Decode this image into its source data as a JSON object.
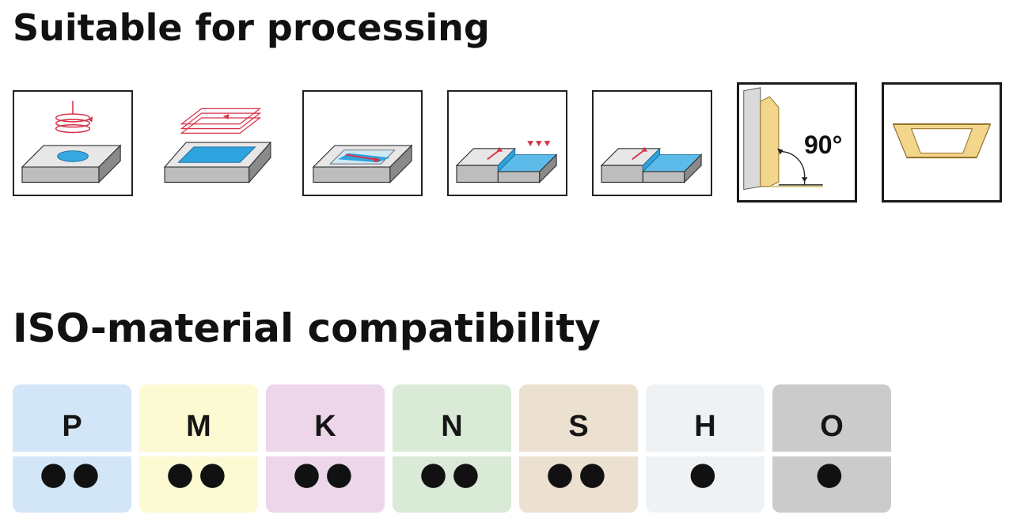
{
  "headings": {
    "processing": "Suitable for processing",
    "iso": "ISO-material compatibility"
  },
  "processing_icons": [
    {
      "name": "helical-interpolation-icon"
    },
    {
      "name": "pocketing-icon"
    },
    {
      "name": "ramping-icon"
    },
    {
      "name": "shoulder-milling-icon"
    },
    {
      "name": "slotting-icon"
    },
    {
      "name": "90-degree-angle-icon",
      "label": "90°"
    },
    {
      "name": "insert-profile-icon"
    }
  ],
  "iso_materials": [
    {
      "letter": "P",
      "dots": "●●",
      "color": "#d3e6f7"
    },
    {
      "letter": "M",
      "dots": "●●",
      "color": "#fbfad2"
    },
    {
      "letter": "K",
      "dots": "●●",
      "color": "#edd6ea"
    },
    {
      "letter": "N",
      "dots": "●●",
      "color": "#d9ead7"
    },
    {
      "letter": "S",
      "dots": "●●",
      "color": "#ece1d1"
    },
    {
      "letter": "H",
      "dots": "●",
      "color": "#eff2f5"
    },
    {
      "letter": "O",
      "dots": "●",
      "color": "#cbcbcb"
    }
  ]
}
